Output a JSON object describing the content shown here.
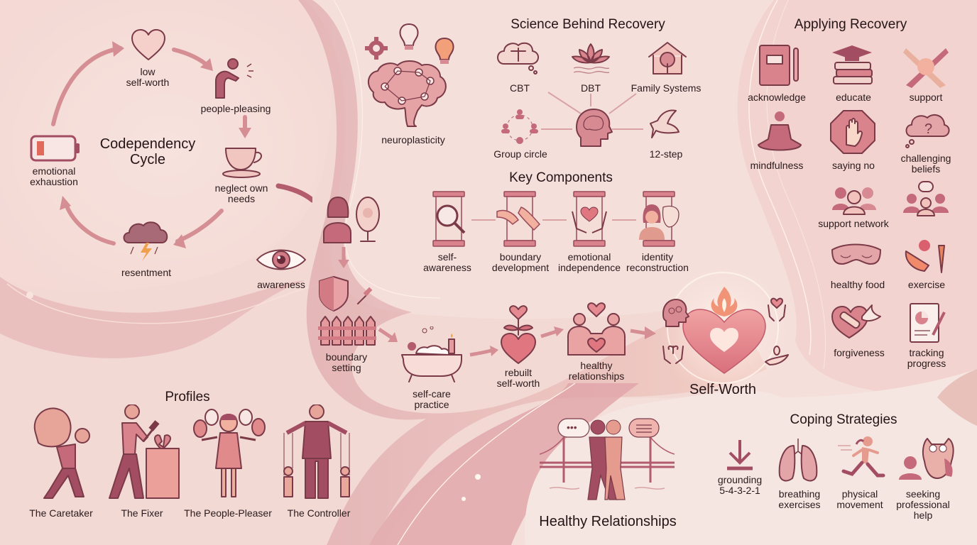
{
  "palette": {
    "background": "#f6e3e0",
    "light_panel": "#fbefec",
    "ribbon": "#dfa6a8",
    "accent_dark": "#a34d63",
    "accent_mid": "#d48a90",
    "accent_light": "#f0c3bd",
    "outline": "#7a3a48",
    "text": "#2a1a1c",
    "flame": "#f08a6a"
  },
  "cycle": {
    "title": "Codependency\nCycle",
    "steps": [
      {
        "label": "low\nself-worth",
        "icon": "heart-icon"
      },
      {
        "label": "people-pleasing",
        "icon": "bowing-person-icon"
      },
      {
        "label": "neglect own\nneeds",
        "icon": "teacup-icon"
      },
      {
        "label": "resentment",
        "icon": "storm-cloud-icon"
      },
      {
        "label": "emotional\nexhaustion",
        "icon": "low-battery-icon"
      }
    ]
  },
  "path": {
    "steps": [
      {
        "label": "awareness",
        "icon": "eye-icon"
      },
      {
        "label": "",
        "icon": "mirror-reflection-icon"
      },
      {
        "label": "boundary\nsetting",
        "icon": "shield-fence-icon"
      },
      {
        "label": "self-care\npractice",
        "icon": "bathtub-icon"
      },
      {
        "label": "rebuilt\nself-worth",
        "icon": "sprouting-heart-icon"
      },
      {
        "label": "healthy\nrelationships",
        "icon": "couple-heart-icon"
      }
    ],
    "goal": {
      "label": "Self-Worth",
      "icon": "glowing-heart-icon"
    }
  },
  "neuroplasticity": {
    "label": "neuroplasticity",
    "icon": "brain-network-icon"
  },
  "science": {
    "title": "Science Behind Recovery",
    "items": [
      {
        "label": "CBT",
        "icon": "thought-scale-icon"
      },
      {
        "label": "DBT",
        "icon": "lotus-icon"
      },
      {
        "label": "Family Systems",
        "icon": "house-tree-icon"
      },
      {
        "label": "Group circle",
        "icon": "group-circle-icon"
      },
      {
        "label": "12-step",
        "icon": "dove-icon"
      }
    ],
    "center_icon": "head-brain-icon"
  },
  "components": {
    "title": "Key Components",
    "items": [
      {
        "label": "self-\nawareness",
        "icon": "pillar-magnifier-icon"
      },
      {
        "label": "boundary\ndevelopment",
        "icon": "pillar-hands-icon"
      },
      {
        "label": "emotional\nindependence",
        "icon": "pillar-heart-hands-icon"
      },
      {
        "label": "identity\nreconstruction",
        "icon": "pillar-mask-icon"
      }
    ]
  },
  "applying": {
    "title": "Applying Recovery",
    "items": [
      {
        "label": "acknowledge",
        "icon": "journal-icon"
      },
      {
        "label": "educate",
        "icon": "books-cap-icon"
      },
      {
        "label": "support",
        "icon": "stacked-hands-icon"
      },
      {
        "label": "mindfulness",
        "icon": "meditation-icon"
      },
      {
        "label": "saying no",
        "icon": "stop-hand-icon"
      },
      {
        "label": "challenging\nbeliefs",
        "icon": "question-cloud-icon"
      },
      {
        "label": "support network",
        "icon": "people-group-icon"
      },
      {
        "label": "",
        "icon": "chat-group-icon"
      },
      {
        "label": "healthy food",
        "icon": "sleep-mask-icon"
      },
      {
        "label": "exercise",
        "icon": "fruit-veg-icon"
      },
      {
        "label": "forgiveness",
        "icon": "bandaged-heart-dove-icon"
      },
      {
        "label": "tracking\nprogress",
        "icon": "chart-notebook-icon"
      }
    ]
  },
  "profiles": {
    "title": "Profiles",
    "items": [
      {
        "label": "The Caretaker",
        "icon": "burden-carrier-icon"
      },
      {
        "label": "The Fixer",
        "icon": "hammer-heart-icon"
      },
      {
        "label": "The People-Pleaser",
        "icon": "masks-woman-icon"
      },
      {
        "label": "The Controller",
        "icon": "puppeteer-icon"
      }
    ]
  },
  "relationships": {
    "title": "Healthy Relationships",
    "icon": "hugging-bridge-icon"
  },
  "coping": {
    "title": "Coping Strategies",
    "items": [
      {
        "label": "grounding\n5-4-3-2-1",
        "icon": "grounding-arrow-icon"
      },
      {
        "label": "breathing\nexercises",
        "icon": "lungs-icon"
      },
      {
        "label": "physical\nmovement",
        "icon": "runner-icon"
      },
      {
        "label": "seeking\nprofessional\nhelp",
        "icon": "owl-counselor-icon"
      }
    ]
  }
}
